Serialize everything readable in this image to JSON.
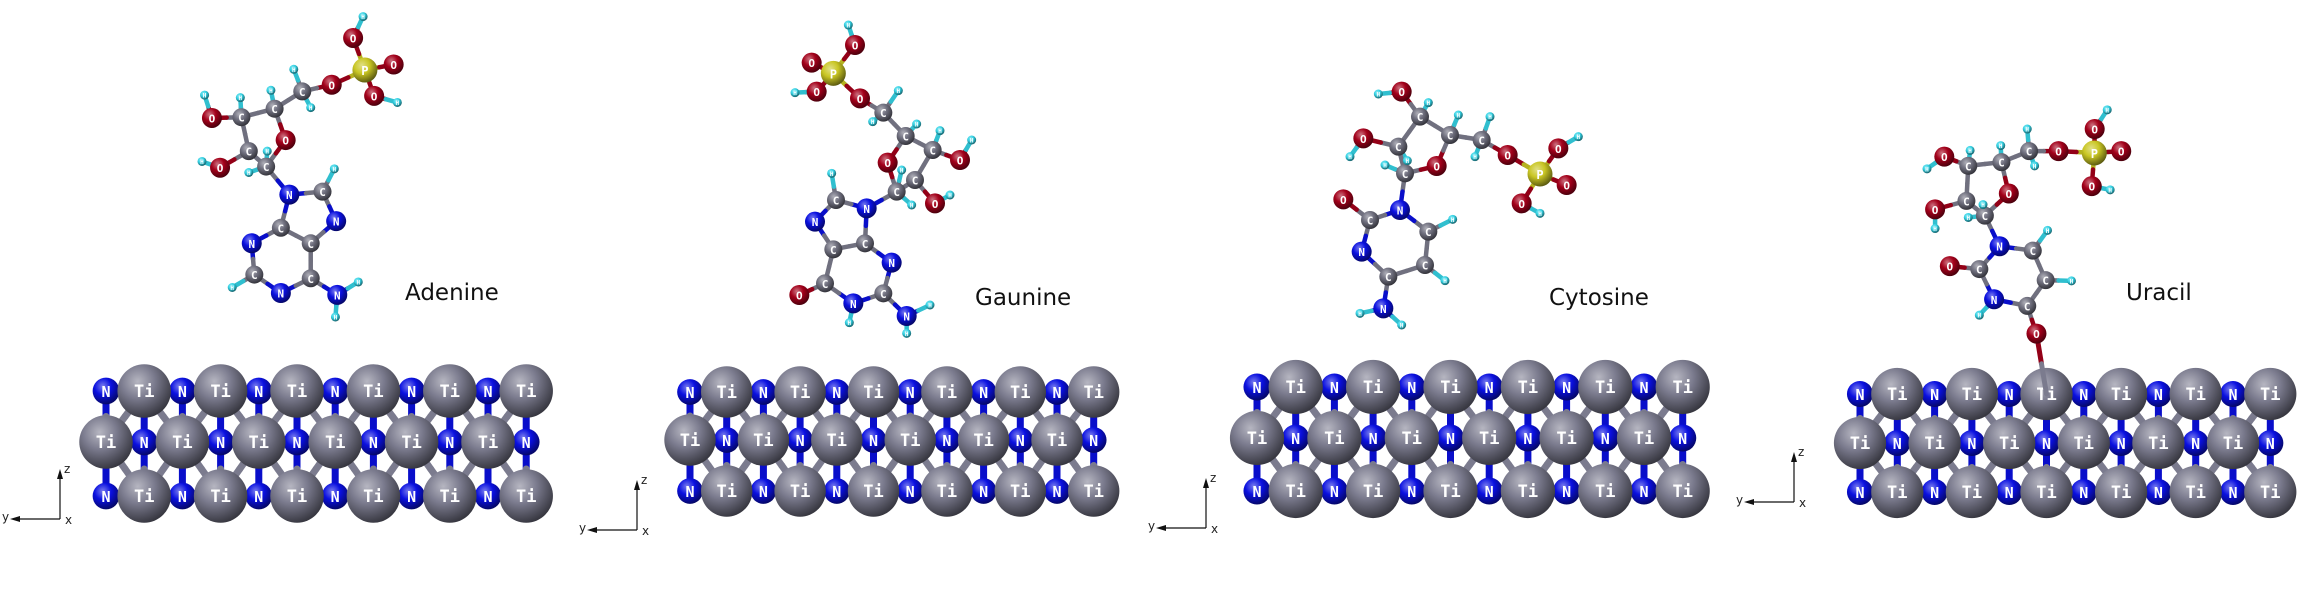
{
  "figure": {
    "panels": [
      {
        "name": "Adenine"
      },
      {
        "name": "Gaunine"
      },
      {
        "name": "Cytosine"
      },
      {
        "name": "Uracil"
      }
    ],
    "axes": {
      "z": "z",
      "y": "y",
      "x": "x"
    },
    "elements": {
      "Ti": "Ti",
      "N": "N",
      "C": "C",
      "O": "O",
      "H": "H",
      "P": "P"
    },
    "colors": {
      "Ti": "#7b7b8e",
      "N": "#0a10e0",
      "C": "#70707f",
      "O": "#a3001a",
      "H": "#35d4e6",
      "P": "#c9c624",
      "bond": "#6c6c7a"
    }
  }
}
